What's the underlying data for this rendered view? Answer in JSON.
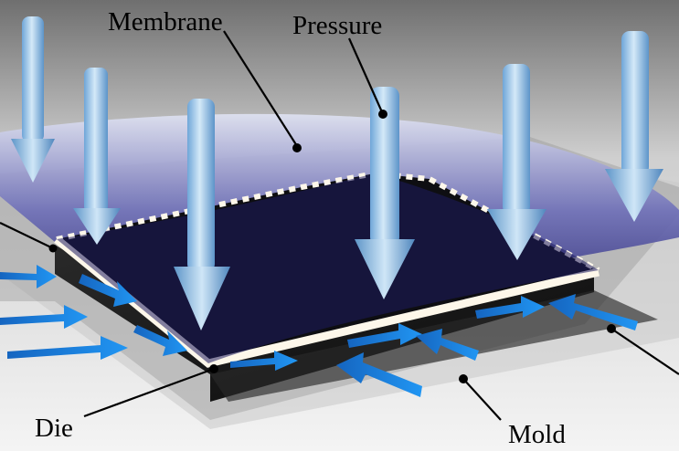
{
  "labels": {
    "membrane": "Membrane",
    "pressure": "Pressure",
    "die": "Die",
    "mold": "Mold"
  },
  "colors": {
    "background_top": "#7a7a7a",
    "background_bottom": "#f2f2f2",
    "membrane": "#3c3a8a",
    "membrane_light": "#c8cbe3",
    "die": "#0e0e12",
    "die_frame": "#fdf7ea",
    "mold": "#1a1a1a",
    "arrow_blue": "#1e88e5",
    "pressure_arrow": "#8fbfe6"
  },
  "icons": {
    "pressure_arrows": "down-arrow-icon",
    "lateral_arrows": "right-arrow-icon"
  }
}
